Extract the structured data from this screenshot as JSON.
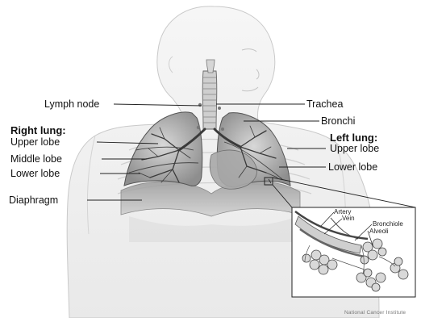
{
  "diagram": {
    "labels": {
      "lymph_node": "Lymph node",
      "trachea": "Trachea",
      "bronchi": "Bronchi",
      "right_lung": "Right lung:",
      "right_upper_lobe": "Upper lobe",
      "middle_lobe": "Middle lobe",
      "right_lower_lobe": "Lower lobe",
      "diaphragm": "Diaphragm",
      "left_lung": "Left lung:",
      "left_upper_lobe": "Upper lobe",
      "left_lower_lobe": "Lower lobe"
    },
    "inset": {
      "artery": "Artery",
      "vein": "Vein",
      "bronchiole": "Bronchiole",
      "alveoli": "Alveoli"
    },
    "credit": "National Cancer Institute"
  }
}
